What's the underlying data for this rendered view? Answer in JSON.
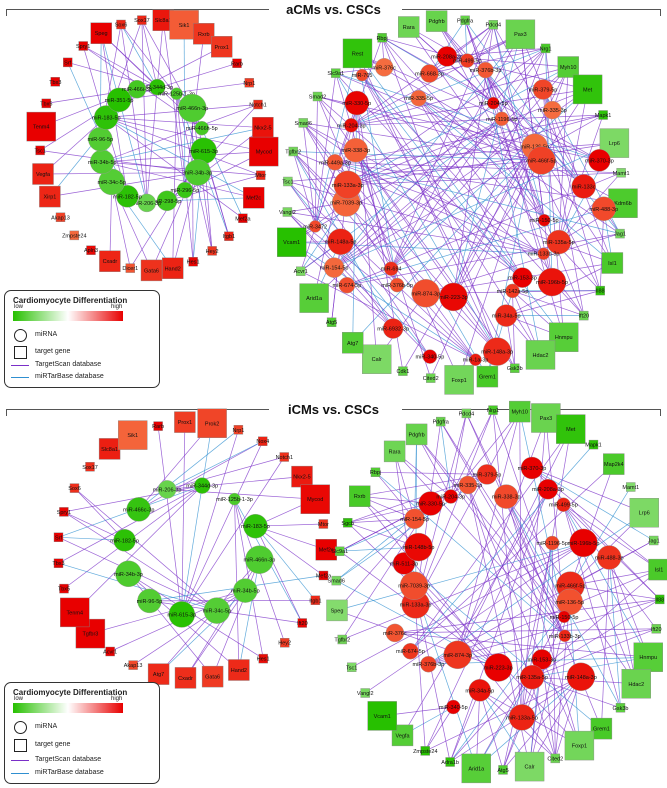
{
  "panels": [
    {
      "id": "top",
      "title": "aCMs vs. CSCs",
      "legend": {
        "title": "Cardiomyocyte Differentiation",
        "low": "low",
        "high": "high",
        "mirna": "miRNA",
        "gene": "target gene",
        "ts": "TargetScan database",
        "mtb": "miRTarBase database"
      },
      "left_mirnas": [
        "miR-344d-3p",
        "miR-125b-1-3p",
        "miR-466n-3p",
        "miR-466h-5p",
        "miR-615-3p",
        "miR-34b-3p",
        "miR-296-5p",
        "miR-298-5p",
        "miR-206-3p",
        "miR-182-5p",
        "miR-34c-5p",
        "miR-34b-5p",
        "miR-96-5p",
        "miR-183-5p",
        "miR-351-5p",
        "miR-466i-3p"
      ],
      "left_genes": [
        "Slc8a1",
        "Sik1",
        "Rxrb",
        "Prox1",
        "Rarb",
        "Nrp1",
        "Notch1",
        "Nkx2-5",
        "Mycod",
        "Mtor",
        "Mef2c",
        "Mef2a",
        "Itgb1",
        "Hey2",
        "Hes1",
        "Hand2",
        "Gata6",
        "Dicer1",
        "Cxadr",
        "Apln3",
        "Zmpste24",
        "Akap13",
        "Xirp1",
        "Vegfa",
        "Tsc1",
        "Tenm4",
        "Tbx5",
        "Tbx3",
        "Srf",
        "Spry1",
        "Speg",
        "Sox6",
        "Sox17"
      ],
      "right_mirnas": [
        "miR-204-5p",
        "miR-1196-5p",
        "miR-379-5p",
        "miR-335-3p",
        "miR-136-5p",
        "miR-466f-5p",
        "miR-370-3p",
        "miR-133c",
        "miR-488-3p",
        "miR-150-5p",
        "miR-135a-5p",
        "miR-133b-3p",
        "miR-196b-5p",
        "miR-153-3p",
        "miR-142a-5p",
        "miR-34a-5p",
        "miR-148a-3p",
        "miR-1a-3p",
        "miR-223-3p",
        "miR-340-5p",
        "miR-874-3p",
        "miR-6932-3p",
        "miR-376b-5p",
        "miR-694",
        "miR-674-5p",
        "miR-154-5p",
        "miR-148a-5p",
        "miR-3472",
        "miR-7039-3p",
        "miR-133a-3p",
        "miR-449a-3p",
        "miR-338-3p",
        "miR-204-3p",
        "miR-330-5p",
        "miR-705",
        "miR-376c",
        "miR-335-5p",
        "miR-668-3p",
        "miR-208a-3p",
        "miR-499-5p",
        "miR-376b-3p"
      ],
      "right_genes": [
        "Pax3",
        "Nrg1",
        "Myh10",
        "Met",
        "Mapk1",
        "Lrp6",
        "Mamt1",
        "Kdm6b",
        "Jag1",
        "Isl1",
        "Il88",
        "Ift20",
        "Hnmpu",
        "Hdac2",
        "Gsk3b",
        "Grem1",
        "Foxp1",
        "Cited2",
        "Cdk1",
        "Calr",
        "Atg7",
        "Atg5",
        "Arid1a",
        "Acvr1",
        "Vcam1",
        "Vangl2",
        "Tsc1",
        "Tgfbr2",
        "Smad6",
        "Smad2",
        "Slc9a1",
        "Rest",
        "Rbpj",
        "Rara",
        "Pdgfrb",
        "Pdgfra",
        "Pdcd4"
      ]
    },
    {
      "id": "bottom",
      "title": "iCMs vs. CSCs",
      "legend": {
        "title": "Cardiomyocyte Differentiation",
        "low": "low",
        "high": "high",
        "mirna": "miRNA",
        "gene": "target gene",
        "ts": "TargetScan database",
        "mtb": "miRTarBase database"
      },
      "left_mirnas": [
        "miR-344d-3p",
        "miR-125b-1-3p",
        "miR-183-5p",
        "miR-466n-3p",
        "miR-34b-5p",
        "miR-34c-5p",
        "miR-615-3p",
        "miR-96-5p",
        "miR-34b-3p",
        "miR-182-5p",
        "miR-466c-3p",
        "miR-206-3p"
      ],
      "left_genes": [
        "Prok2",
        "Nrp1",
        "Nox4",
        "Notch1",
        "Nkx2-5",
        "Mycod",
        "Mtor",
        "Mef2c",
        "Mef2a",
        "Itgb1",
        "Ift20",
        "Hey2",
        "Hes1",
        "Hand2",
        "Gata6",
        "Cxadr",
        "Atg7",
        "Akap13",
        "Acvr1",
        "Tgfbr3",
        "Tenm4",
        "Tbx5",
        "Tbx3",
        "Srf",
        "Spry1",
        "Sox6",
        "Sox17",
        "Slc8a1",
        "Sik1",
        "Rarb",
        "Prox1"
      ],
      "right_mirnas": [
        "miR-370-3p",
        "miR-208a-3p",
        "miR-499-5p",
        "miR-1196-5p",
        "miR-196b-5p",
        "miR-488-3p",
        "miR-466f-5p",
        "miR-136-5p",
        "miR-150-5p",
        "miR-133b-3p",
        "miR-148a-3p",
        "miR-153-3p",
        "miR-135a-5p",
        "miR-133a-5p",
        "miR-223-3p",
        "miR-34a-5p",
        "miR-340-5p",
        "miR-874-3p",
        "miR-376b-3p",
        "miR-674-5p",
        "miR-376c",
        "miR-133a-3p",
        "miR-7039-3p",
        "miR-511-3p",
        "miR-148b-5p",
        "miR-154-5p",
        "miR-330-5p",
        "miR-204-3p",
        "miR-335-3p",
        "miR-379-5p",
        "miR-338-3p"
      ],
      "right_genes": [
        "Pax3",
        "Met",
        "Mapk1",
        "Map2k4",
        "Mamt1",
        "Lrp6",
        "Jag1",
        "Isl1",
        "Il88",
        "Ift20",
        "Hnmpu",
        "Hdac2",
        "Gsk3b",
        "Grem1",
        "Foxp1",
        "Cited2",
        "Calr",
        "Atg5",
        "Arid1a",
        "Adra1b",
        "Zmpste24",
        "Vegfa",
        "Vcam1",
        "Vangl2",
        "Tsc1",
        "Tgfbr2",
        "Speg",
        "Smad6",
        "Slc9a1",
        "Sgcb",
        "Rxrb",
        "Rbpj",
        "Rara",
        "Pdgfrb",
        "Pdgfra",
        "Pdcd4",
        "Nrg1",
        "Myh10"
      ]
    }
  ],
  "colors": {
    "targetscan_edge": "#7a2fc8",
    "mirtarbase_edge": "#2f8fd0",
    "low": "#27c000",
    "high": "#e80000"
  }
}
